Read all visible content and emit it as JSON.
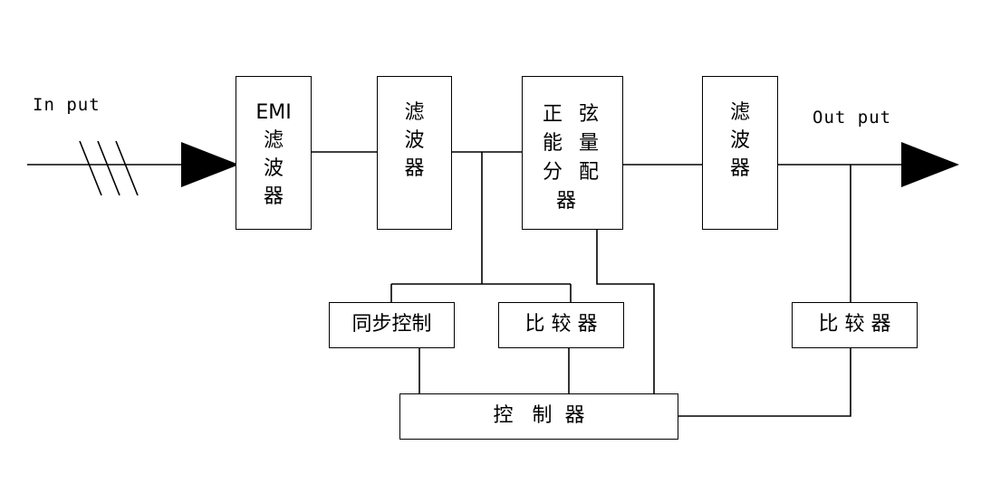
{
  "io": {
    "input_label": "In put",
    "output_label": "Out put"
  },
  "blocks": {
    "emi_filter": "EMI\n滤\n波\n器",
    "filter_1": "滤\n波\n器",
    "sine_distributor_col1": "正\n能\n分",
    "sine_distributor_col2": "弦\n量\n配",
    "sine_distributor_last": "器",
    "filter_2": "滤\n波\n器",
    "sync_control": "同步控制",
    "comparator_1": "比 较 器",
    "comparator_2": "比 较 器",
    "controller": "控   制  器"
  }
}
